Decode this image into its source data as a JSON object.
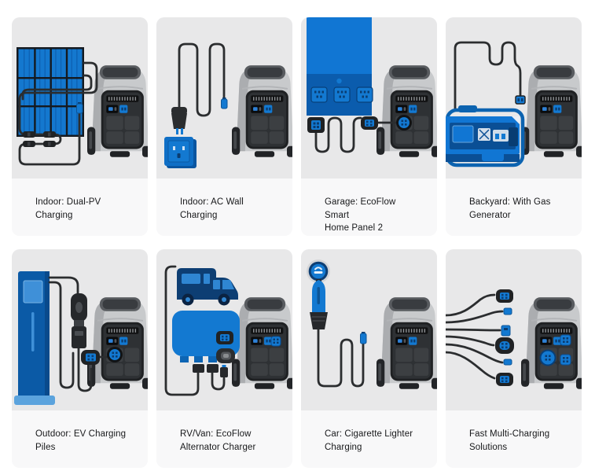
{
  "page": {
    "background": "#ffffff"
  },
  "theme": {
    "accent_blue": "#1379d1",
    "deep_blue": "#0b5cad",
    "navy": "#0d3e73",
    "cable_color": "#2b2d2f",
    "tile_background": "#e8e8e9",
    "caption_background": "#f8f8f9",
    "text_color": "#17181a"
  },
  "cards": [
    {
      "caption": "Indoor: Dual-PV\nCharging",
      "art": "solar-panel-dual-pv-to-power-station"
    },
    {
      "caption": "Indoor: AC Wall\nCharging",
      "art": "wall-outlet-ac-cable-to-power-station"
    },
    {
      "caption": "Garage: EcoFlow\nSmart\nHome Panel 2",
      "art": "smart-home-panel-to-power-station"
    },
    {
      "caption": "Backyard: With Gas\nGenerator",
      "art": "gas-generator-to-power-station"
    },
    {
      "caption": "Outdoor: EV Charging\nPiles",
      "art": "ev-charging-pile-to-power-station"
    },
    {
      "caption": "RV/Van: EcoFlow\nAlternator Charger",
      "art": "rv-van-alternator-charger-to-power-station"
    },
    {
      "caption": "Car: Cigarette Lighter\nCharging",
      "art": "cigarette-lighter-plug-to-power-station"
    },
    {
      "caption": "Fast Multi-Charging\nSolutions",
      "art": "multi-cable-fast-charging-power-station"
    }
  ]
}
